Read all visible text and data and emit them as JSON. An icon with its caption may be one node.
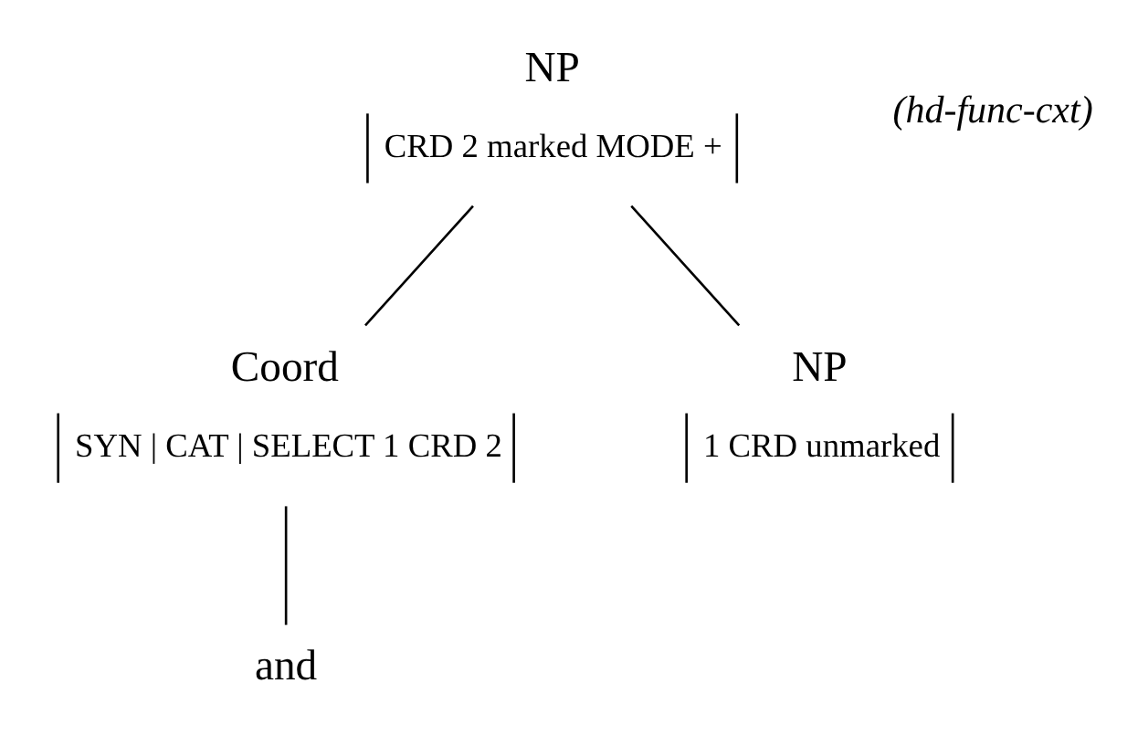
{
  "diagram": {
    "nodes": [
      {
        "text": [
          "NP",
          "CRD 2 marked MODE +"
        ],
        "beside": [
          "(hd-func-cxt)"
        ]
      },
      {
        "text": [
          "Coord",
          "SYN | CAT | SELECT 1 CRD 2"
        ]
      },
      {
        "text": [
          "NP",
          "1 CRD unmarked"
        ]
      },
      {
        "text": [
          "and"
        ]
      }
    ],
    "edges": [
      {
        "from": 0,
        "to": 1,
        "arrow": "none"
      },
      {
        "from": 0,
        "to": 2,
        "arrow": "none"
      },
      {
        "from": 1,
        "to": 3,
        "arrow": "none"
      }
    ]
  }
}
